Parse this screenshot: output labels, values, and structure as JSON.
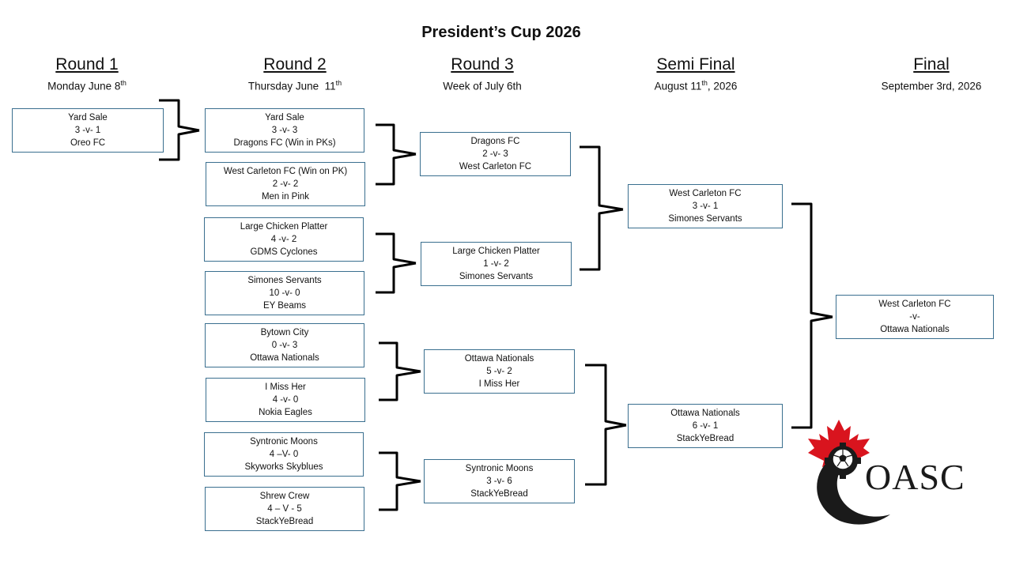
{
  "title": "President’s Cup 2026",
  "rounds": [
    {
      "name": "Round 1",
      "date_main": "Monday June 8",
      "date_sup": "th",
      "date_tail": ""
    },
    {
      "name": "Round 2",
      "date_main": "Thursday June  11",
      "date_sup": "th",
      "date_tail": ""
    },
    {
      "name": "Round 3",
      "date_main": "Week of July 6th",
      "date_sup": "",
      "date_tail": ""
    },
    {
      "name": "Semi Final",
      "date_main": "August 11",
      "date_sup": "th",
      "date_tail": ", 2026"
    },
    {
      "name": "Final",
      "date_main": "September 3rd, 2026",
      "date_sup": "",
      "date_tail": ""
    }
  ],
  "matches": {
    "r1_m1": {
      "team1": "Yard Sale",
      "score": "3 -v- 1",
      "team2": "Oreo FC"
    },
    "r2_m1": {
      "team1": "Yard Sale",
      "score": "3 -v- 3",
      "team2": "Dragons FC (Win in PKs)"
    },
    "r2_m2": {
      "team1": "West Carleton FC (Win on PK)",
      "score": "2 -v- 2",
      "team2": "Men in Pink"
    },
    "r2_m3": {
      "team1": "Large Chicken Platter",
      "score": "4 -v- 2",
      "team2": "GDMS Cyclones"
    },
    "r2_m4": {
      "team1": "Simones Servants",
      "score": "10 -v- 0",
      "team2": "EY Beams"
    },
    "r2_m5": {
      "team1": "Bytown City",
      "score": "0 -v- 3",
      "team2": "Ottawa Nationals"
    },
    "r2_m6": {
      "team1": "I Miss Her",
      "score": "4 -v- 0",
      "team2": "Nokia Eagles"
    },
    "r2_m7": {
      "team1": "Syntronic Moons",
      "score": "4 –V- 0",
      "team2": "Skyworks Skyblues"
    },
    "r2_m8": {
      "team1": "Shrew Crew",
      "score": "4 – V - 5",
      "team2": "StackYeBread"
    },
    "r3_m1": {
      "team1": "Dragons FC",
      "score": "2 -v- 3",
      "team2": "West Carleton FC"
    },
    "r3_m2": {
      "team1": "Large Chicken Platter",
      "score": "1 -v- 2",
      "team2": "Simones Servants"
    },
    "r3_m3": {
      "team1": "Ottawa Nationals",
      "score": "5 -v- 2",
      "team2": "I Miss Her"
    },
    "r3_m4": {
      "team1": "Syntronic Moons",
      "score": "3 -v- 6",
      "team2": "StackYeBread"
    },
    "sf_m1": {
      "team1": "West Carleton FC",
      "score": "3 -v- 1",
      "team2": "Simones Servants"
    },
    "sf_m2": {
      "team1": "Ottawa Nationals",
      "score": "6 -v- 1",
      "team2": "StackYeBread"
    },
    "final": {
      "team1": "West Carleton FC",
      "score": "-v-",
      "team2": "Ottawa Nationals"
    }
  },
  "logo": {
    "text": "OASC",
    "colors": {
      "maple": "#d9141e",
      "dark": "#1a1a1a"
    }
  },
  "colors": {
    "box_border": "#3a6f8f",
    "bracket": "#000000"
  }
}
